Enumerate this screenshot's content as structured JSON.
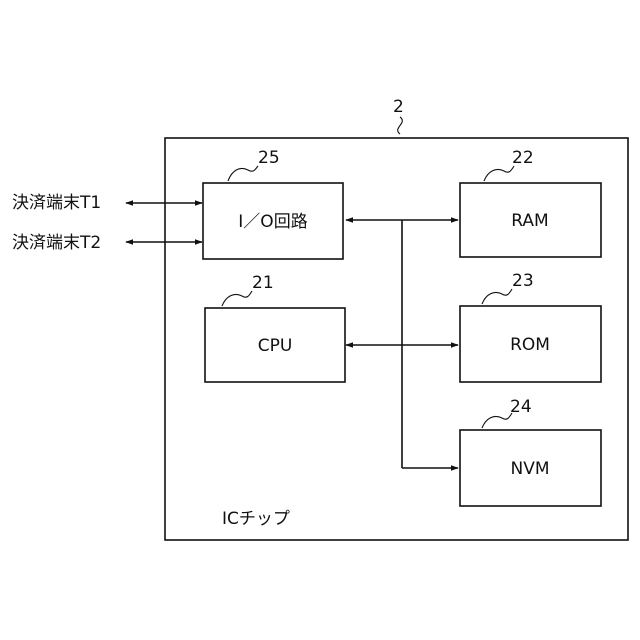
{
  "chip": {
    "ref": "2",
    "label": "ICチップ"
  },
  "terminals": {
    "t1": "決済端末T1",
    "t2": "決済端末T2"
  },
  "blocks": {
    "io": {
      "label": "I／O回路",
      "ref": "25"
    },
    "cpu": {
      "label": "CPU",
      "ref": "21"
    },
    "ram": {
      "label": "RAM",
      "ref": "22"
    },
    "rom": {
      "label": "ROM",
      "ref": "23"
    },
    "nvm": {
      "label": "NVM",
      "ref": "24"
    }
  }
}
